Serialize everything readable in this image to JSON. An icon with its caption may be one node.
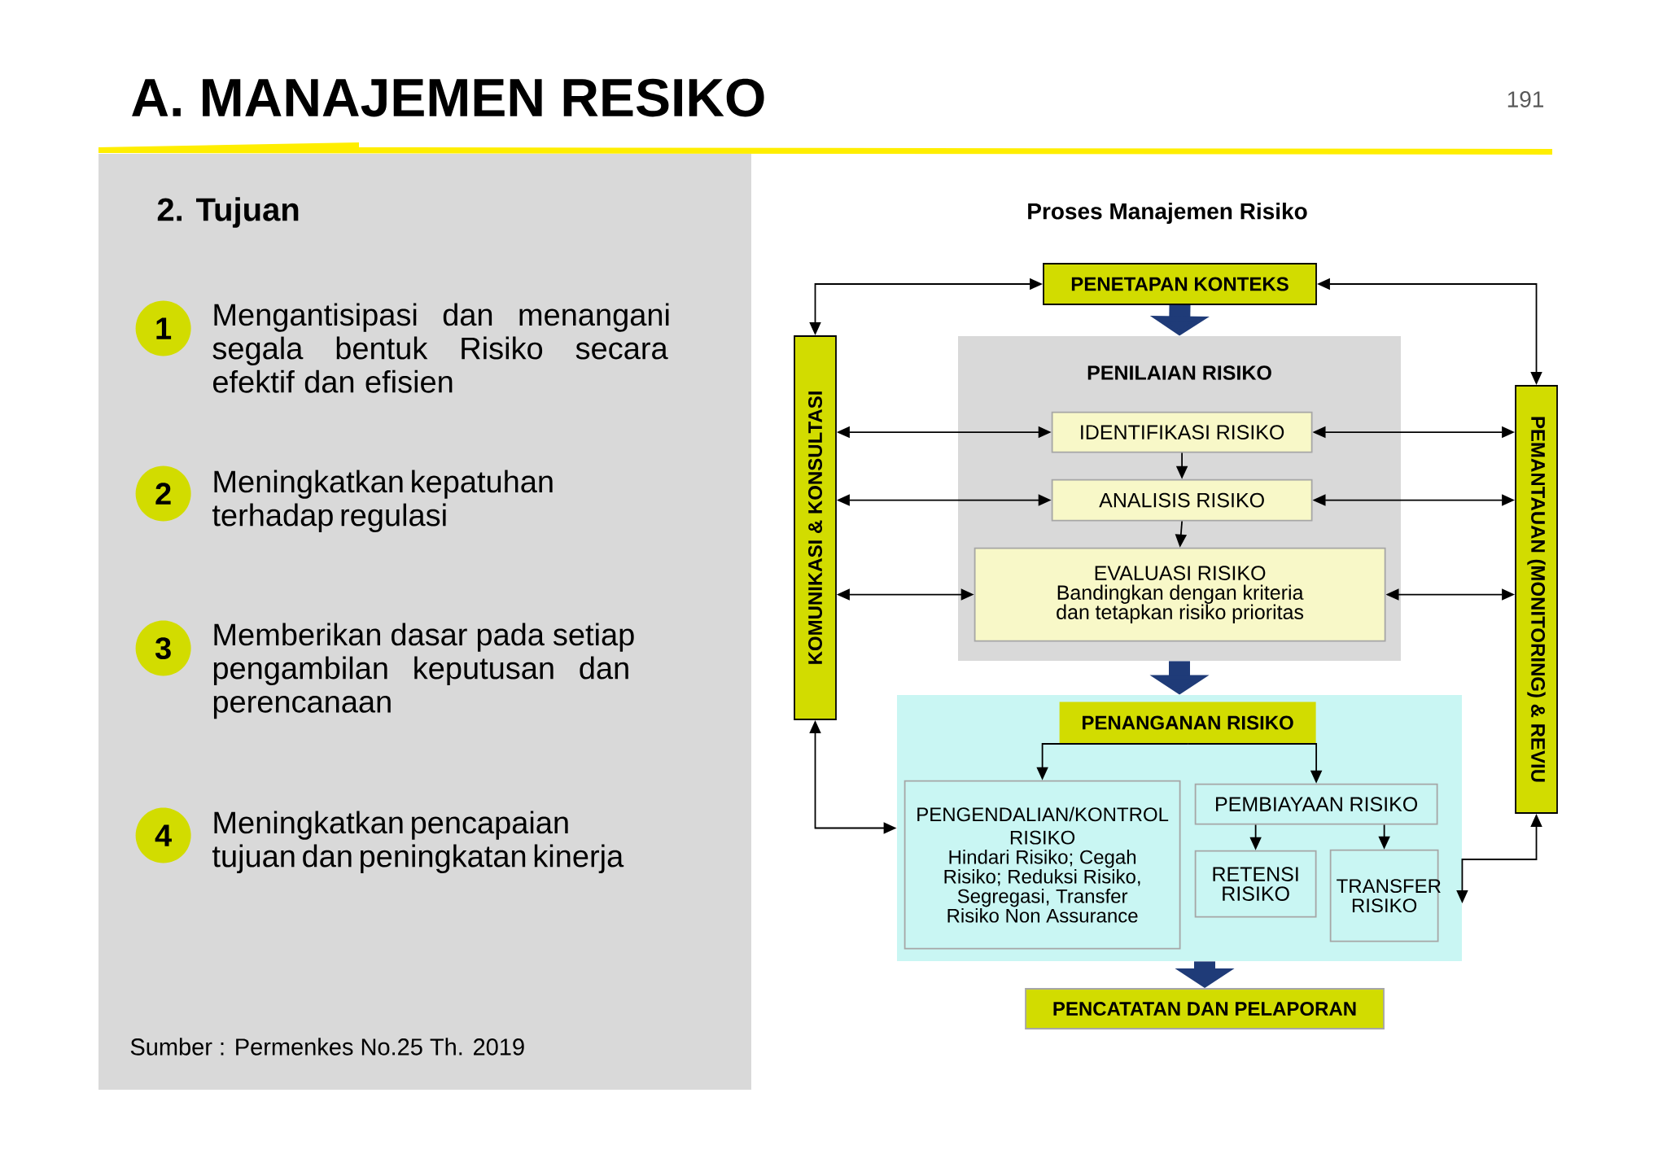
{
  "diagram": {
    "title": "A. MANAJEMEN RESIKO",
    "nodes": [
      {
        "text": [
          "2. Tujuan",
          "Sumber : Permenkes No.25 Th. 2019"
        ]
      },
      {
        "text": [
          "1"
        ],
        "in": 0,
        "beside": [
          "Mengantisipasi dan menangani segala bentuk Risiko secara efektif dan efisien"
        ]
      },
      {
        "text": [
          "2"
        ],
        "in": 0,
        "beside": [
          "Meningkatkan kepatuhan terhadap regulasi"
        ]
      },
      {
        "text": [
          "3"
        ],
        "in": 0,
        "beside": [
          "Memberikan dasar pada setiap pengambilan keputusan dan perencanaan"
        ]
      },
      {
        "text": [
          "4"
        ],
        "in": 0,
        "beside": [
          "Meningkatkan pencapaian tujuan dan peningkatan kinerja"
        ]
      },
      {
        "text": [
          "PENETAPAN KONTEKS"
        ]
      },
      {
        "text": [
          "KOMUNIKASI & KONSULTASI"
        ]
      },
      {
        "text": [
          "PENILAIAN RISIKO"
        ]
      },
      {
        "text": [
          "IDENTIFIKASI RISIKO"
        ],
        "in": 7
      },
      {
        "text": [
          "ANALISIS RISIKO"
        ],
        "in": 7
      },
      {
        "text": [
          "EVALUASI RISIKO",
          "Bandingkan dengan kriteria dan tetapkan risiko prioritas"
        ],
        "in": 7
      },
      {
        "text": [
          "PEMANTAUAN (MONITORING) & REVIU"
        ]
      },
      {
        "text": [],
        "shape": "box"
      },
      {
        "text": [
          "PENANGANAN RISIKO"
        ],
        "in": 12
      },
      {
        "text": [
          "PENGENDALIAN/KONTROL RISIKO",
          "Hindari Risiko; Cegah Risiko; Reduksi Risiko, Segregasi, Transfer Risiko Non Assurance"
        ],
        "in": 12
      },
      {
        "text": [
          "PEMBIAYAAN RISIKO"
        ],
        "in": 12
      },
      {
        "text": [
          "RETENSI RISIKO"
        ],
        "in": 12
      },
      {
        "text": [
          "TRANSFER RISIKO"
        ],
        "in": 12
      },
      {
        "text": [
          "PENCATATAN DAN PELAPORAN"
        ]
      }
    ],
    "edges": [
      {
        "from": 6,
        "to": 5,
        "arrow": "both"
      },
      {
        "from": 5,
        "to": 11,
        "arrow": "both"
      },
      {
        "from": 6,
        "to": 8,
        "arrow": "both"
      },
      {
        "from": 6,
        "to": 9,
        "arrow": "both"
      },
      {
        "from": 6,
        "to": 10,
        "arrow": "both"
      },
      {
        "from": 11,
        "to": 8,
        "arrow": "both"
      },
      {
        "from": 11,
        "to": 9,
        "arrow": "both"
      },
      {
        "from": 11,
        "to": 10,
        "arrow": "both"
      },
      {
        "from": 8,
        "to": 9,
        "arrow": "to"
      },
      {
        "from": 9,
        "to": 10,
        "arrow": "to"
      },
      {
        "from": 5,
        "to": 7,
        "arrow": "to",
        "style": "thick",
        "color": "#1f3b78"
      },
      {
        "from": 7,
        "to": 12,
        "arrow": "to",
        "style": "thick",
        "color": "#1f3b78"
      },
      {
        "from": 12,
        "to": 18,
        "arrow": "to",
        "style": "thick",
        "color": "#1f3b78"
      },
      {
        "from": 6,
        "to": 12,
        "arrow": "both"
      },
      {
        "from": 12,
        "to": 11,
        "arrow": "both"
      },
      {
        "from": 13,
        "to": 14,
        "arrow": "to"
      },
      {
        "from": 13,
        "to": 15,
        "arrow": "to"
      },
      {
        "from": 15,
        "to": 16,
        "arrow": "to"
      },
      {
        "from": 15,
        "to": 17,
        "arrow": "to"
      }
    ],
    "labels": [
      "191",
      "Proses Manajemen Risiko"
    ]
  }
}
